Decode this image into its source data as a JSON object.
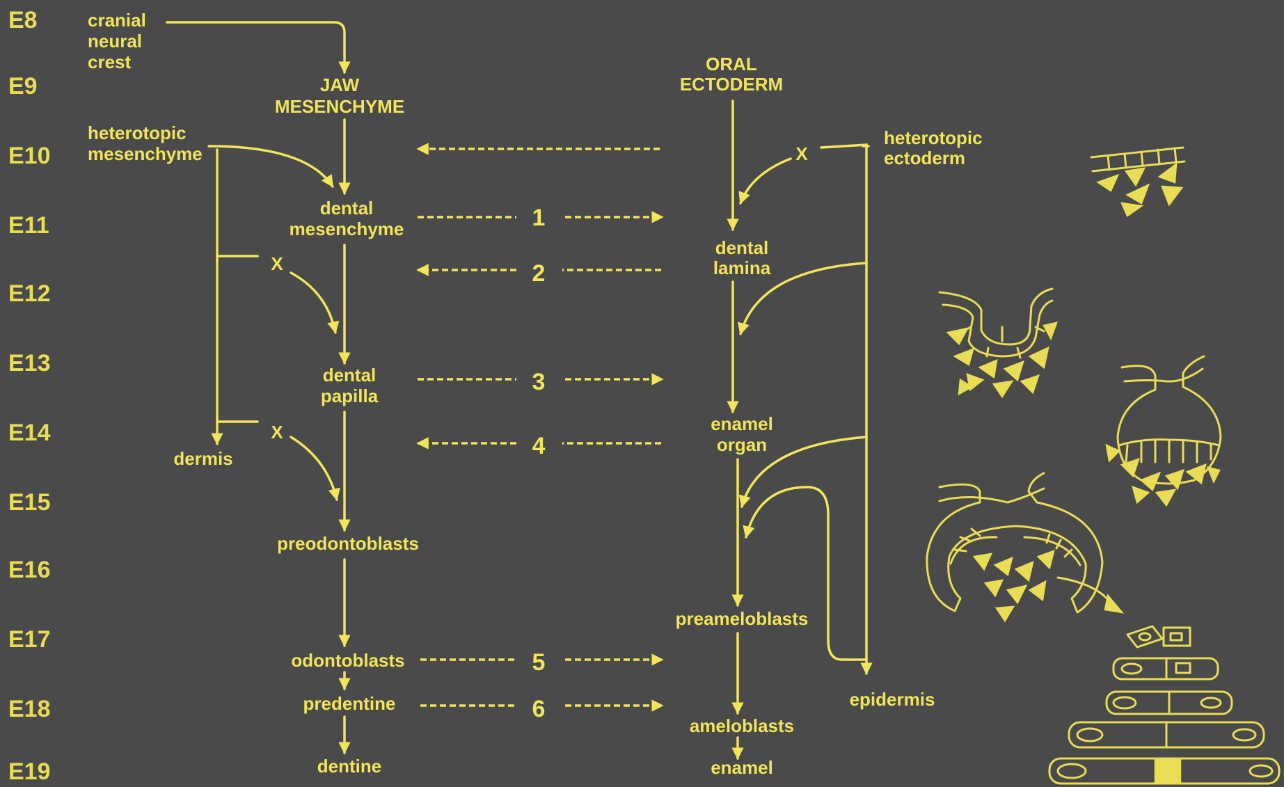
{
  "timeline": [
    "E8",
    "E9",
    "E10",
    "E11",
    "E12",
    "E13",
    "E14",
    "E15",
    "E16",
    "E17",
    "E18",
    "E19"
  ],
  "labels": {
    "cranial": [
      "cranial",
      "neural",
      "crest"
    ],
    "jaw": [
      "JAW",
      "MESENCHYME"
    ],
    "oral": [
      "ORAL",
      "ECTODERM"
    ],
    "het_mes": [
      "heterotopic",
      "mesenchyme"
    ],
    "het_ect": [
      "heterotopic",
      "ectoderm"
    ],
    "dental_mes": [
      "dental",
      "mesenchyme"
    ],
    "dental_lamina": [
      "dental",
      "lamina"
    ],
    "dental_papilla": [
      "dental",
      "papilla"
    ],
    "enamel_organ": [
      "enamel",
      "organ"
    ],
    "dermis": "dermis",
    "epidermis": "epidermis",
    "preodontoblasts": "preodontoblasts",
    "preameloblasts": "preameloblasts",
    "odontoblasts": "odontoblasts",
    "predentine": "predentine",
    "ameloblasts": "ameloblasts",
    "dentine": "dentine",
    "enamel": "enamel",
    "x_mark": "X"
  },
  "interactions": [
    "1",
    "2",
    "3",
    "4",
    "5",
    "6"
  ],
  "colors": {
    "background": "#4a4a4a",
    "ink": "#f2e55a"
  }
}
